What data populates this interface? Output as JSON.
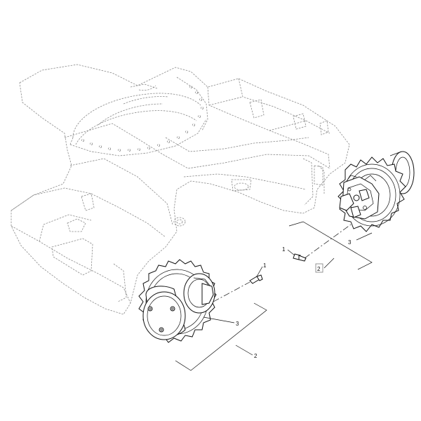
{
  "callouts": {
    "screw_left": "1",
    "final_drive_left": "3",
    "assembly_left": "2",
    "screw_right": "1",
    "final_drive_right": "3",
    "assembly_right": "2"
  },
  "colors": {
    "frame_line": "#8a8a8a",
    "part_line": "#111111",
    "background": "#ffffff"
  }
}
